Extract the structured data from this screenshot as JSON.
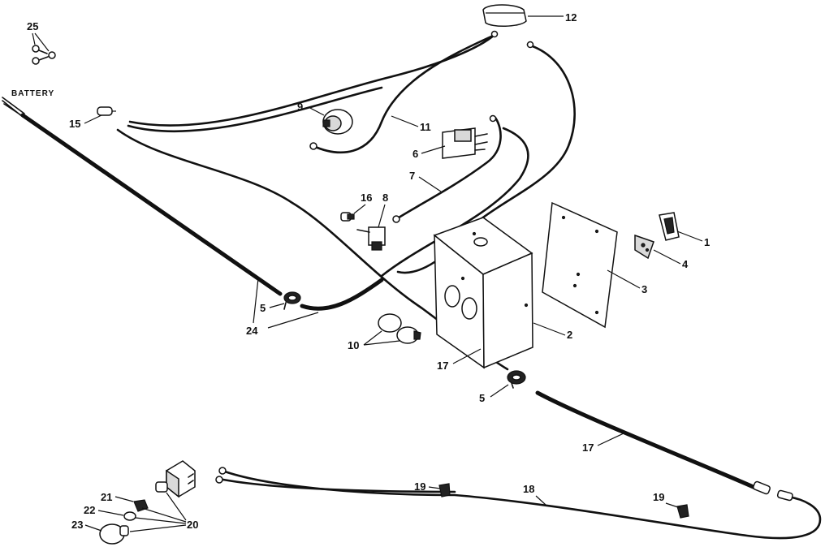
{
  "diagram": {
    "battery_label": "BATTERY",
    "callouts": {
      "c1": "1",
      "c2": "2",
      "c3": "3",
      "c4": "4",
      "c5a": "5",
      "c5b": "5",
      "c6": "6",
      "c7": "7",
      "c8": "8",
      "c9": "9",
      "c10": "10",
      "c11": "11",
      "c12": "12",
      "c15": "15",
      "c16": "16",
      "c17a": "17",
      "c17b": "17",
      "c18": "18",
      "c19a": "19",
      "c19b": "19",
      "c20": "20",
      "c21": "21",
      "c22": "22",
      "c23": "23",
      "c24": "24",
      "c25": "25"
    }
  }
}
